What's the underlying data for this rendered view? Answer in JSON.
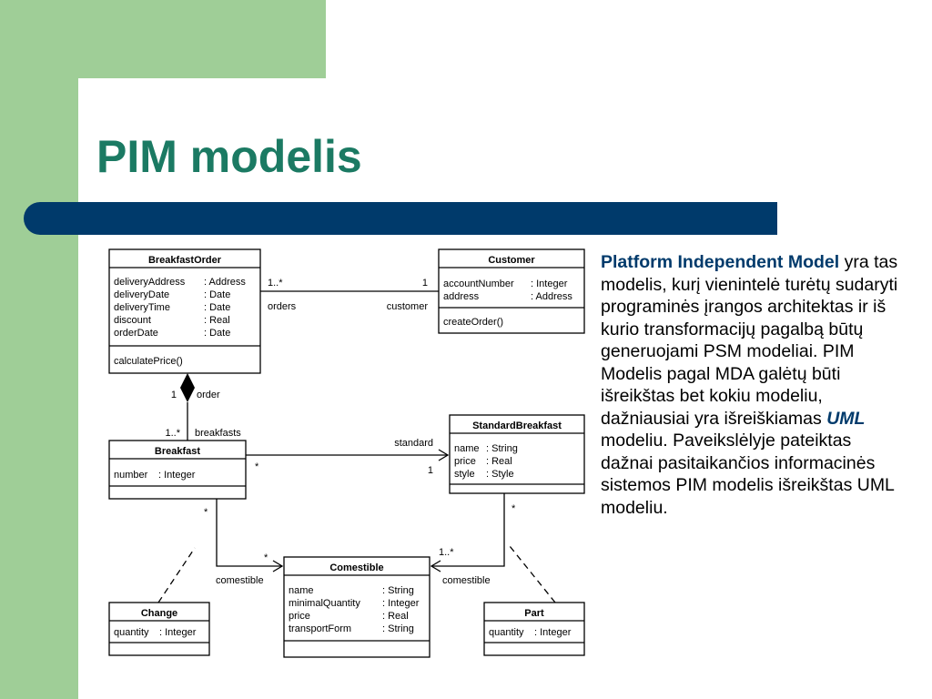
{
  "slide": {
    "title": "PIM modelis",
    "colors": {
      "green": "#9fce97",
      "title": "#1b7a63",
      "bar": "#003a6b"
    },
    "description": {
      "highlight": "Platform Independent Model",
      "part1": " yra tas modelis, kurį vienintelė turėtų sudaryti programinės įrangos architektas ir iš kurio transformacijų pagalbą būtų generuojami PSM modeliai. PIM Modelis pagal MDA galėtų būti išreikštas bet kokiu modeliu, dažniausiai yra išreiškiamas ",
      "uml": "UML",
      "part2": " modeliu. Paveikslėlyje pateiktas dažnai pasitaikančios informacinės sistemos PIM modelis išreikštas UML modeliu."
    }
  },
  "diagram": {
    "classes": {
      "breakfastorder": {
        "name": "BreakfastOrder",
        "attributes": [
          {
            "name": "deliveryAddress",
            "type": ": Address"
          },
          {
            "name": "deliveryDate",
            "type": ": Date"
          },
          {
            "name": "deliveryTime",
            "type": ": Date"
          },
          {
            "name": "discount",
            "type": ": Real"
          },
          {
            "name": "orderDate",
            "type": ": Date"
          }
        ],
        "operations": [
          "calculatePrice()"
        ]
      },
      "customer": {
        "name": "Customer",
        "attributes": [
          {
            "name": "accountNumber",
            "type": ": Integer"
          },
          {
            "name": "address",
            "type": ": Address"
          }
        ],
        "operations": [
          "createOrder()"
        ]
      },
      "breakfast": {
        "name": "Breakfast",
        "attributes": [
          {
            "name": "number",
            "type": ": Integer"
          }
        ]
      },
      "standardbreakfast": {
        "name": "StandardBreakfast",
        "attributes": [
          {
            "name": "name",
            "type": ": String"
          },
          {
            "name": "price",
            "type": ": Real"
          },
          {
            "name": "style",
            "type": ": Style"
          }
        ]
      },
      "comestible": {
        "name": "Comestible",
        "attributes": [
          {
            "name": "name",
            "type": ": String"
          },
          {
            "name": "minimalQuantity",
            "type": ": Integer"
          },
          {
            "name": "price",
            "type": ": Real"
          },
          {
            "name": "transportForm",
            "type": ": String"
          }
        ]
      },
      "change": {
        "name": "Change",
        "attributes": [
          {
            "name": "quantity",
            "type": ": Integer"
          }
        ]
      },
      "part": {
        "name": "Part",
        "attributes": [
          {
            "name": "quantity",
            "type": ": Integer"
          }
        ]
      }
    },
    "labels": {
      "order_customer_mult_left": "1..*",
      "order_customer_mult_right": "1",
      "orders": "orders",
      "customer": "customer",
      "order_mult": "1",
      "order": "order",
      "breakfasts_mult": "1..*",
      "breakfasts": "breakfasts",
      "standard": "standard",
      "breakfast_standard_mult_left": "*",
      "breakfast_standard_mult_right": "1",
      "breakfast_change_mult": "*",
      "comestible_left_mult": "*",
      "comestible_left": "comestible",
      "standard_part_mult": "*",
      "comestible_right_mult": "1..*",
      "comestible_right": "comestible"
    }
  }
}
